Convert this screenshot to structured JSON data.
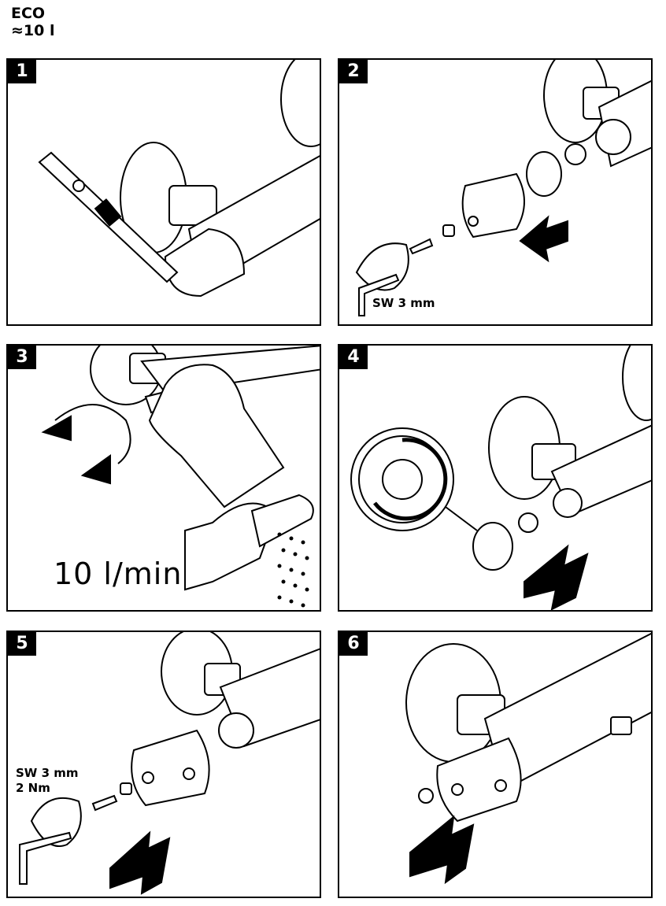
{
  "header": {
    "line1": "ECO",
    "line2": "≈10 l"
  },
  "panels": [
    {
      "number": "1"
    },
    {
      "number": "2",
      "tool_label": "SW 3 mm"
    },
    {
      "number": "3",
      "flow_label": "10 l/min"
    },
    {
      "number": "4"
    },
    {
      "number": "5",
      "tool_label": "SW 3 mm",
      "torque_label": "2 Nm"
    },
    {
      "number": "6"
    }
  ]
}
